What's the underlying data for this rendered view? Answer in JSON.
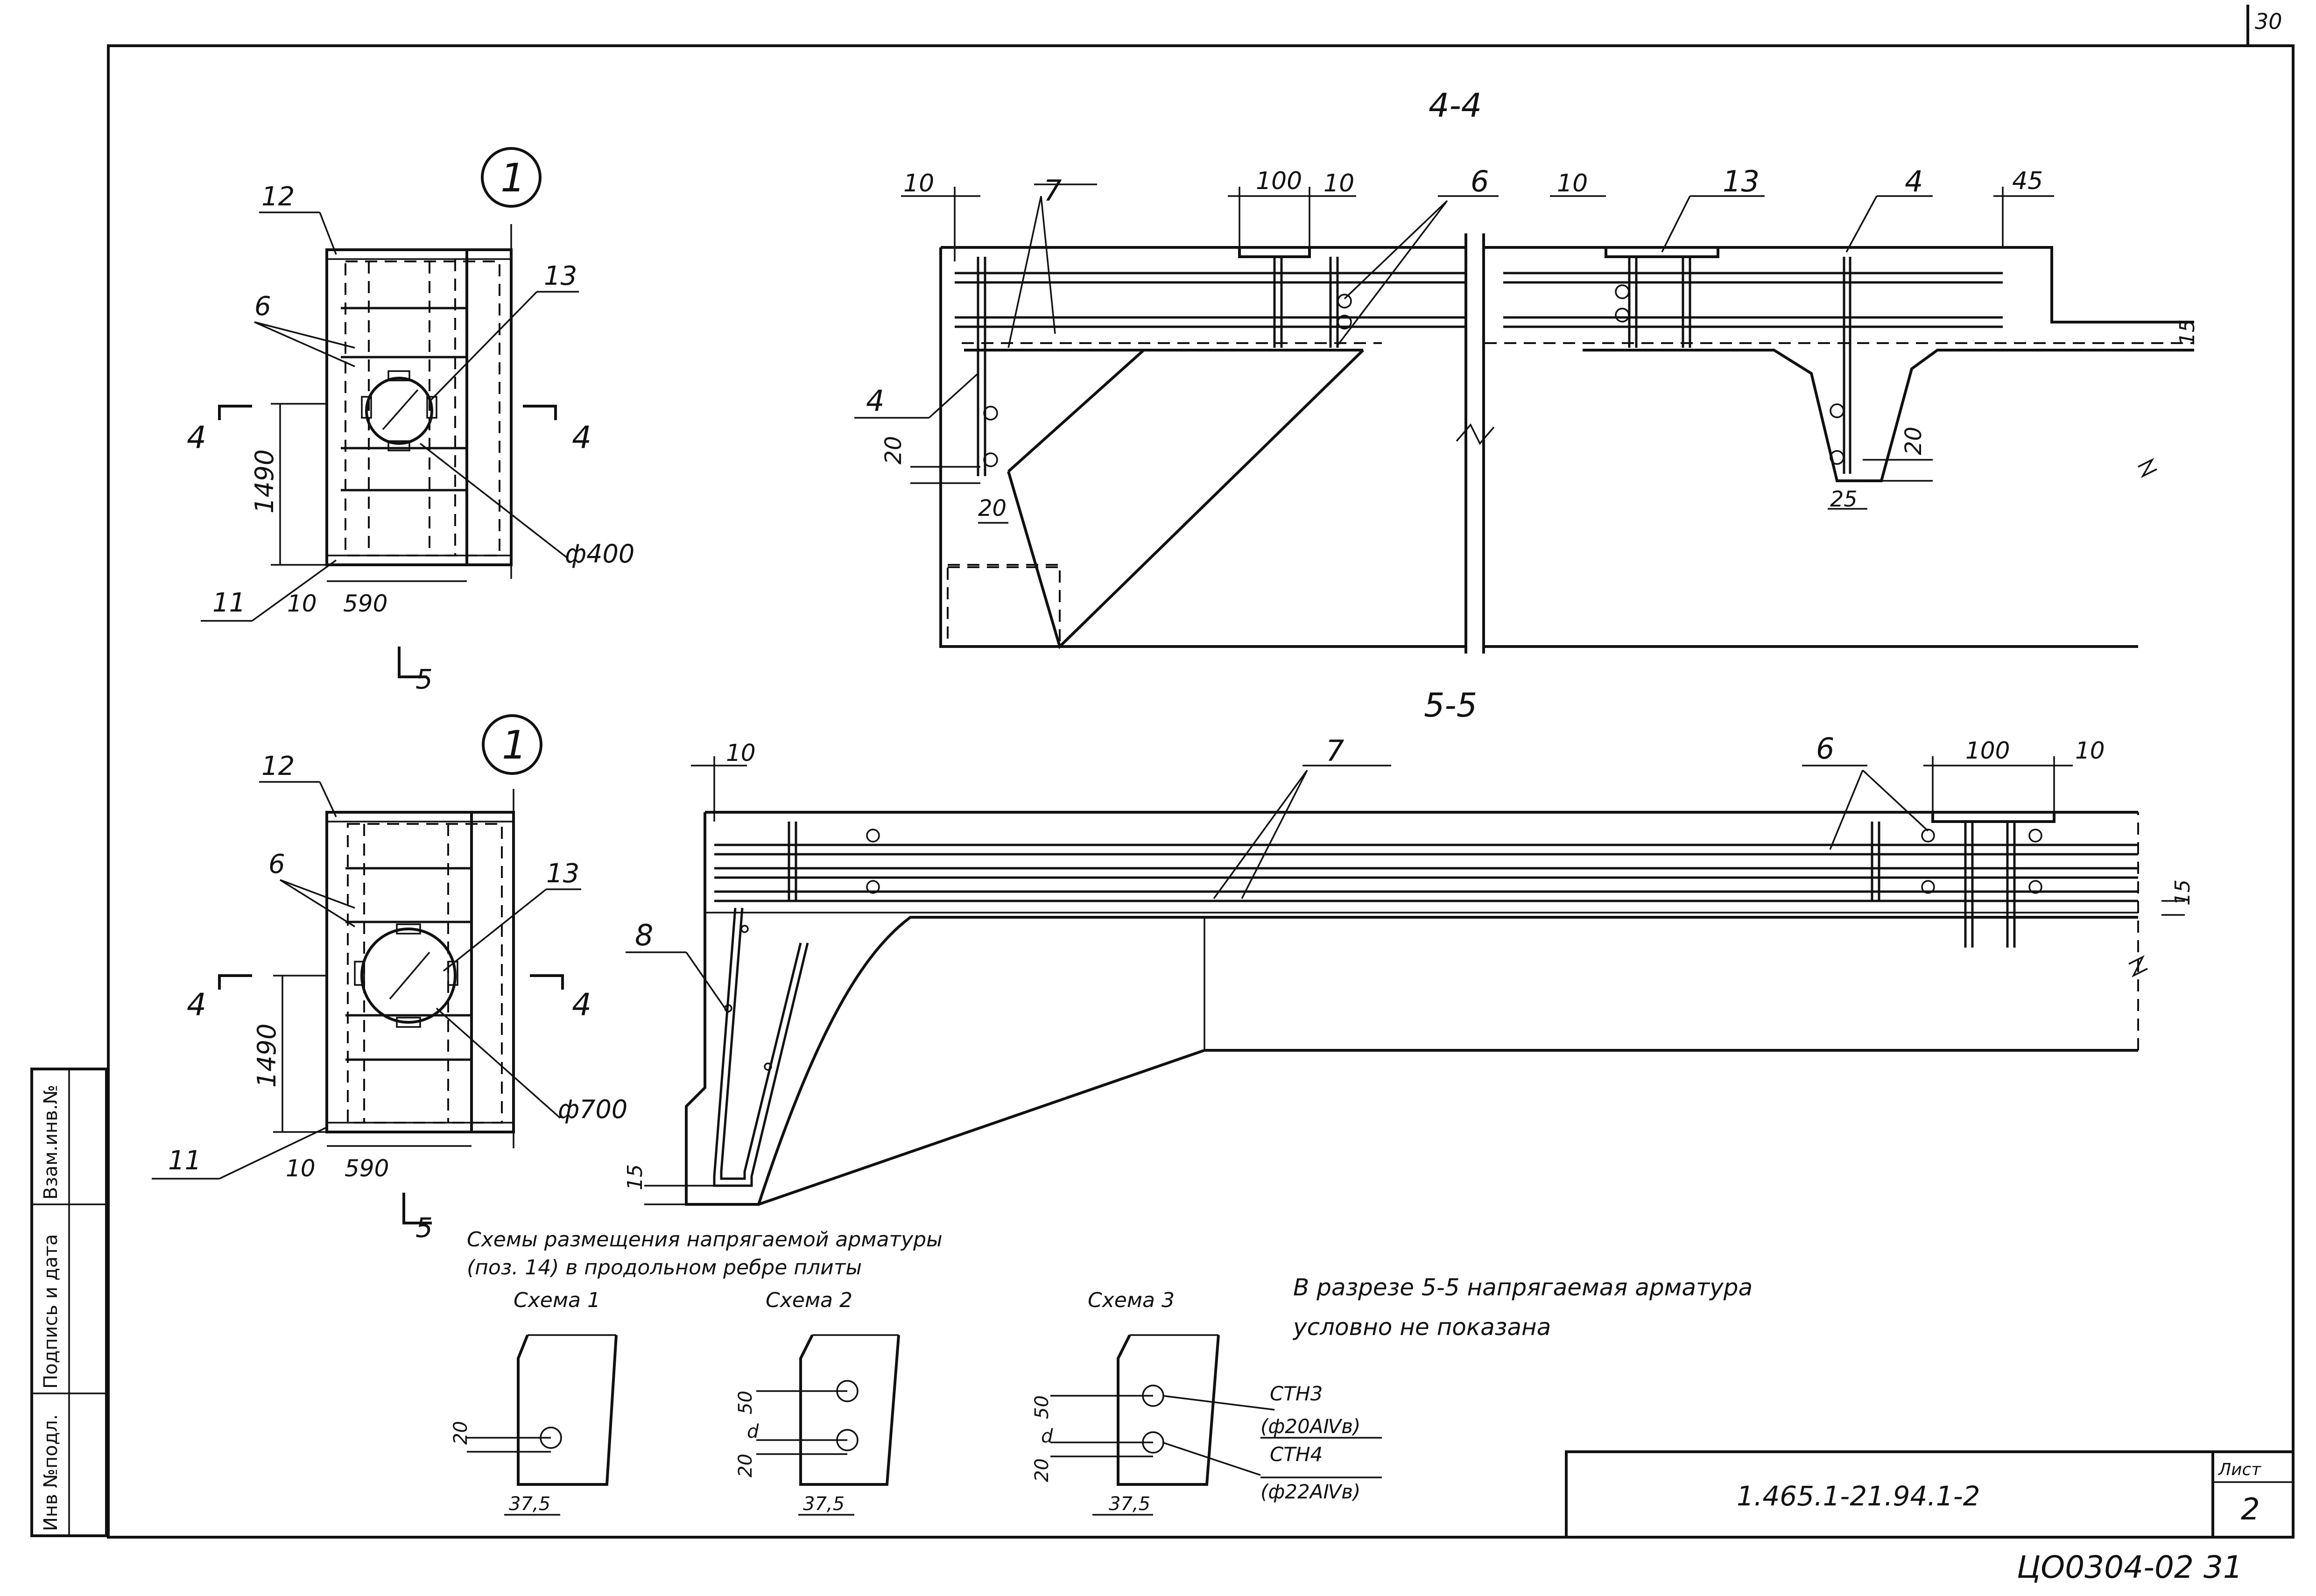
{
  "sheet": {
    "page_number_top": "30",
    "designation": "1.465.1-21.94.1-2",
    "sheet_label": "Лист",
    "sheet_number": "2",
    "archive_code": "ЦО0304-02 31",
    "side_stamp": [
      "Инв №подл.",
      "Подпись и дата",
      "Взам.инв.№"
    ]
  },
  "view1": {
    "marker": "1",
    "callouts": [
      "12",
      "6",
      "13",
      "11"
    ],
    "dims": {
      "height": "1490",
      "offset": "10",
      "width": "590"
    },
    "diameter": "ф400",
    "cut_a": "4",
    "cut_b": "4",
    "cut_c": "5"
  },
  "view2": {
    "marker": "1",
    "callouts": [
      "12",
      "6",
      "13",
      "11"
    ],
    "dims": {
      "height": "1490",
      "offset": "10",
      "width": "590"
    },
    "diameter": "ф700",
    "cut_a": "4",
    "cut_b": "4",
    "cut_c": "5"
  },
  "section44": {
    "title": "4-4",
    "callouts": [
      "7",
      "6",
      "13",
      "4",
      "4"
    ],
    "dims": {
      "left_offset": "10",
      "plate_width": "100",
      "plate_offset": "10",
      "mid_offset": "10",
      "right": "45",
      "v15": "15",
      "v20a": "20",
      "h20": "20",
      "v20b": "20",
      "h25": "25"
    }
  },
  "section55": {
    "title": "5-5",
    "callouts": [
      "7",
      "6",
      "8"
    ],
    "dims": {
      "left_offset": "10",
      "plate_width": "100",
      "plate_offset": "10",
      "v15a": "15",
      "v15b": "15"
    }
  },
  "schemes": {
    "heading_line1": "Схемы размещения напрягаемой арматуры",
    "heading_line2": "(поз. 14) в продольном ребре плиты",
    "items": [
      {
        "title": "Схема 1",
        "dims": [
          "20",
          "37,5"
        ]
      },
      {
        "title": "Схема 2",
        "dims": [
          "50",
          "d",
          "20",
          "37,5"
        ]
      },
      {
        "title": "Схема 3",
        "dims": [
          "50",
          "d",
          "20",
          "37,5"
        ]
      }
    ],
    "legend": [
      {
        "code": "СТН3",
        "spec": "(ф20АⅣв)"
      },
      {
        "code": "СТН4",
        "spec": "(ф22АⅣв)"
      }
    ]
  },
  "note": {
    "line1": "В разрезе 5-5 напрягаемая арматура",
    "line2": "условно не показана"
  }
}
